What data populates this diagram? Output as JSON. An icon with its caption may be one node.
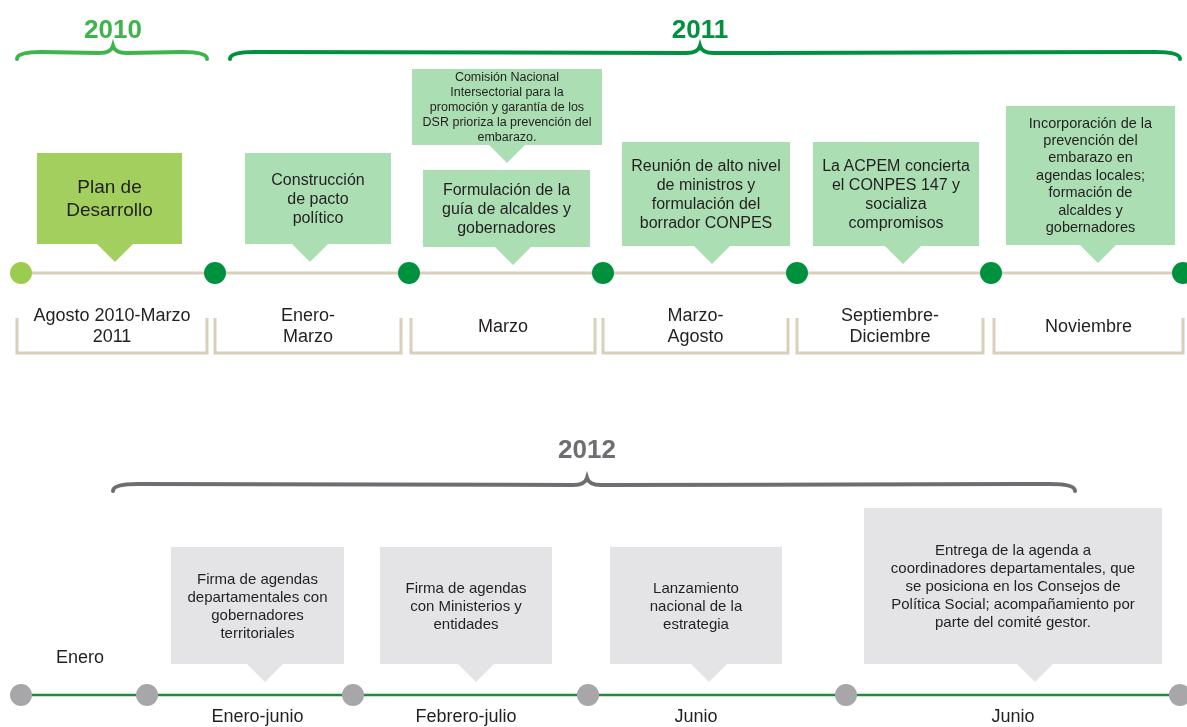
{
  "diagram": {
    "nodes": [
      {
        "text": [
          "Plan de Desarrollo"
        ],
        "beside": [
          "Agosto 2010-Marzo 2011"
        ]
      },
      {
        "text": [
          "Construcción de pacto político"
        ],
        "beside": [
          "Enero-Marzo"
        ]
      },
      {
        "text": [
          "Comisión Nacional Intersectorial para la promoción y garantía de los DSR prioriza la prevención del embarazo."
        ]
      },
      {
        "text": [
          "Formulación de la guía de alcaldes y gobernadores"
        ],
        "beside": [
          "Marzo"
        ]
      },
      {
        "text": [
          "Reunión de alto nivel de ministros y formulación del borrador CONPES"
        ],
        "beside": [
          "Marzo-Agosto"
        ]
      },
      {
        "text": [
          "La ACPEM concierta el CONPES 147 y socializa compromisos"
        ],
        "beside": [
          "Septiembre-Diciembre"
        ]
      },
      {
        "text": [
          "Incorporación de la prevención del embarazo en agendas locales; formación de alcaldes y gobernadores"
        ],
        "beside": [
          "Noviembre"
        ]
      },
      {
        "text": [
          "Firma de agendas departamentales con gobernadores territoriales"
        ],
        "beside": [
          "Enero-junio"
        ]
      },
      {
        "text": [
          "Firma de agendas con Ministerios y entidades"
        ],
        "beside": [
          "Febrero-julio"
        ]
      },
      {
        "text": [
          "Lanzamiento nacional de la estrategia"
        ],
        "beside": [
          "Junio"
        ]
      },
      {
        "text": [
          "Entrega de la agenda a coordinadores departamentales, que se posiciona en los Consejos de Política Social; acompañamiento por parte del comité gestor."
        ],
        "beside": [
          "Junio"
        ]
      }
    ],
    "labels": [
      "2010",
      "2011",
      "2012",
      "Enero"
    ]
  }
}
